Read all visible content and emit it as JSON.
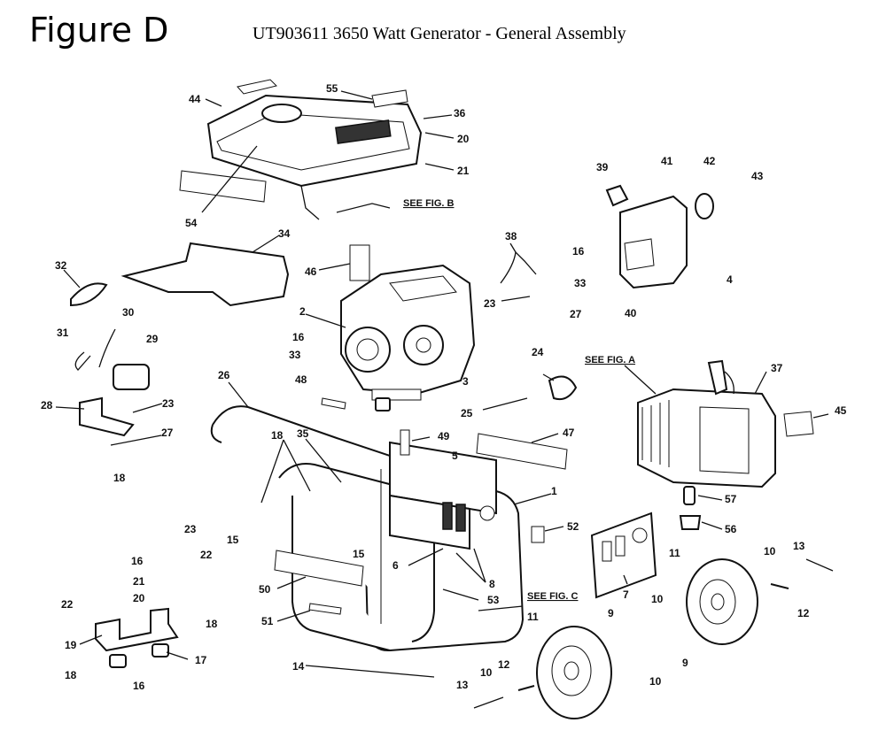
{
  "figure_label": "Figure D",
  "title": "UT903611 3650 Watt Generator - General Assembly",
  "refs": [
    "SEE FIG. B",
    "SEE FIG. A",
    "SEE FIG. C"
  ],
  "callouts": [
    "44",
    "55",
    "36",
    "20",
    "21",
    "54",
    "34",
    "32",
    "46",
    "38",
    "16",
    "33",
    "23",
    "27",
    "39",
    "41",
    "42",
    "43",
    "4",
    "40",
    "2",
    "30",
    "31",
    "29",
    "16",
    "33",
    "3",
    "24",
    "26",
    "48",
    "28",
    "23",
    "27",
    "18",
    "18",
    "35",
    "49",
    "5",
    "47",
    "25",
    "37",
    "45",
    "1",
    "23",
    "15",
    "15",
    "52",
    "16",
    "22",
    "21",
    "20",
    "22",
    "19",
    "18",
    "18",
    "17",
    "16",
    "50",
    "51",
    "6",
    "8",
    "53",
    "14",
    "57",
    "56",
    "7",
    "10",
    "13",
    "11",
    "12",
    "10",
    "9",
    "9",
    "10",
    "11",
    "12",
    "10",
    "13"
  ]
}
